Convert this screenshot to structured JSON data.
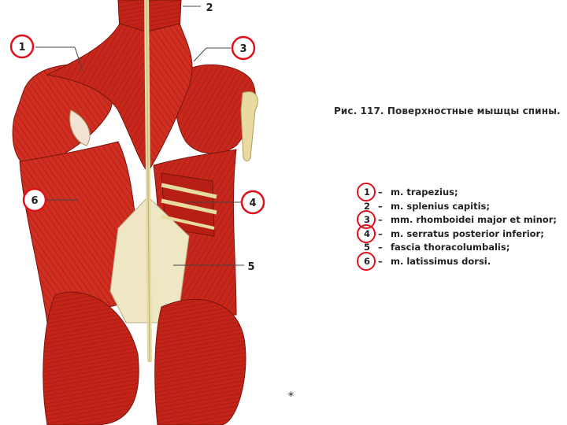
{
  "figure": {
    "caption": "Рис. 117. Поверхностные мышцы спины.",
    "callouts": [
      {
        "number": "1",
        "circled": true
      },
      {
        "number": "2",
        "circled": false
      },
      {
        "number": "3",
        "circled": true
      },
      {
        "number": "4",
        "circled": true
      },
      {
        "number": "5",
        "circled": false
      },
      {
        "number": "6",
        "circled": true
      }
    ],
    "legend": [
      {
        "number": "1",
        "dash": "–",
        "text": "m. trapezius;",
        "circled": true
      },
      {
        "number": "2",
        "dash": "–",
        "text": "m. splenius capitis;",
        "circled": false
      },
      {
        "number": "3",
        "dash": "–",
        "text": "mm. rhomboidei major et minor;",
        "circled": true
      },
      {
        "number": "4",
        "dash": "–",
        "text": "m. serratus posterior inferior;",
        "circled": true
      },
      {
        "number": "5",
        "dash": "–",
        "text": "fascia thoracolumbalis;",
        "circled": false
      },
      {
        "number": "6",
        "dash": "–",
        "text": "m. latissimus dorsi.",
        "circled": true
      }
    ],
    "footnote_mark": "*"
  },
  "colors": {
    "muscle": "#c8281c",
    "muscle_dark": "#9a1a12",
    "fascia": "#efe6c4",
    "tendon": "#e6dca0",
    "callout_circle": "#e0101a"
  }
}
